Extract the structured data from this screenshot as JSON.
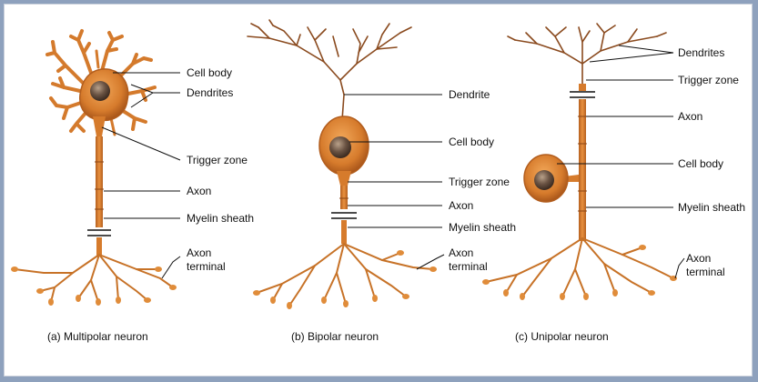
{
  "colors": {
    "neuron": "#c77227",
    "neuron_light": "#e08c3a",
    "nucleus": "#5a4636",
    "background_border": "#8ea1bd",
    "leader": "#111111"
  },
  "neurons": [
    {
      "id": "multipolar",
      "caption": "(a) Multipolar neuron",
      "labels": {
        "cell_body": "Cell body",
        "dendrites": "Dendrites",
        "trigger_zone": "Trigger zone",
        "axon": "Axon",
        "myelin_sheath": "Myelin sheath",
        "axon_terminal_1": "Axon",
        "axon_terminal_2": "terminal"
      }
    },
    {
      "id": "bipolar",
      "caption": "(b) Bipolar neuron",
      "labels": {
        "dendrite": "Dendrite",
        "cell_body": "Cell body",
        "trigger_zone": "Trigger zone",
        "axon": "Axon",
        "myelin_sheath": "Myelin sheath",
        "axon_terminal_1": "Axon",
        "axon_terminal_2": "terminal"
      }
    },
    {
      "id": "unipolar",
      "caption": "(c) Unipolar neuron",
      "labels": {
        "dendrites": "Dendrites",
        "trigger_zone": "Trigger zone",
        "axon": "Axon",
        "cell_body": "Cell body",
        "myelin_sheath": "Myelin sheath",
        "axon_terminal_1": "Axon",
        "axon_terminal_2": "terminal"
      }
    }
  ]
}
